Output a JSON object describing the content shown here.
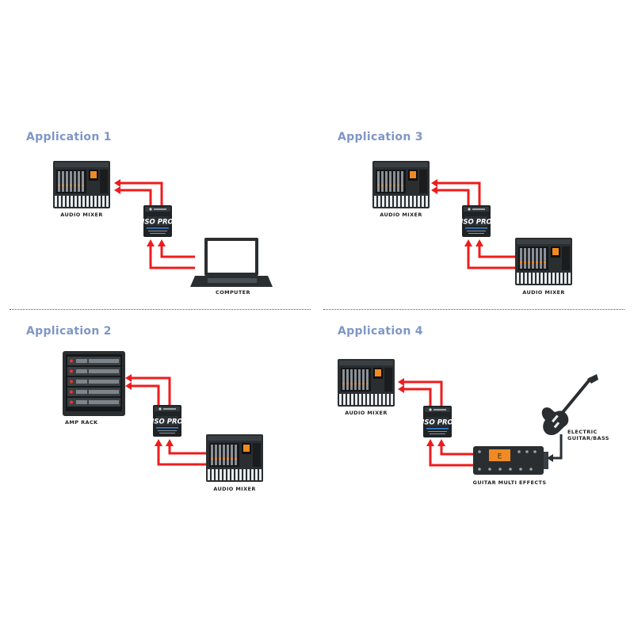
{
  "panels": [
    {
      "title": "Application 1",
      "labels": [
        "AUDIO MIXER",
        "COMPUTER"
      ]
    },
    {
      "title": "Application 3",
      "labels": [
        "AUDIO MIXER",
        "AUDIO MIXER"
      ]
    },
    {
      "title": "Application 2",
      "labels": [
        "AMP RACK",
        "AUDIO MIXER"
      ]
    },
    {
      "title": "Application 4",
      "labels": [
        "AUDIO MIXER",
        "GUITAR MULTI EFFECTS",
        "ELECTRIC GUITAR/BASS"
      ]
    }
  ],
  "device": {
    "line1": "ISO PRO"
  },
  "colors": {
    "cable": "#ee1c1c",
    "title": "#7f96c6",
    "device": "#1f2326",
    "fx_screen": "#f08a24"
  }
}
